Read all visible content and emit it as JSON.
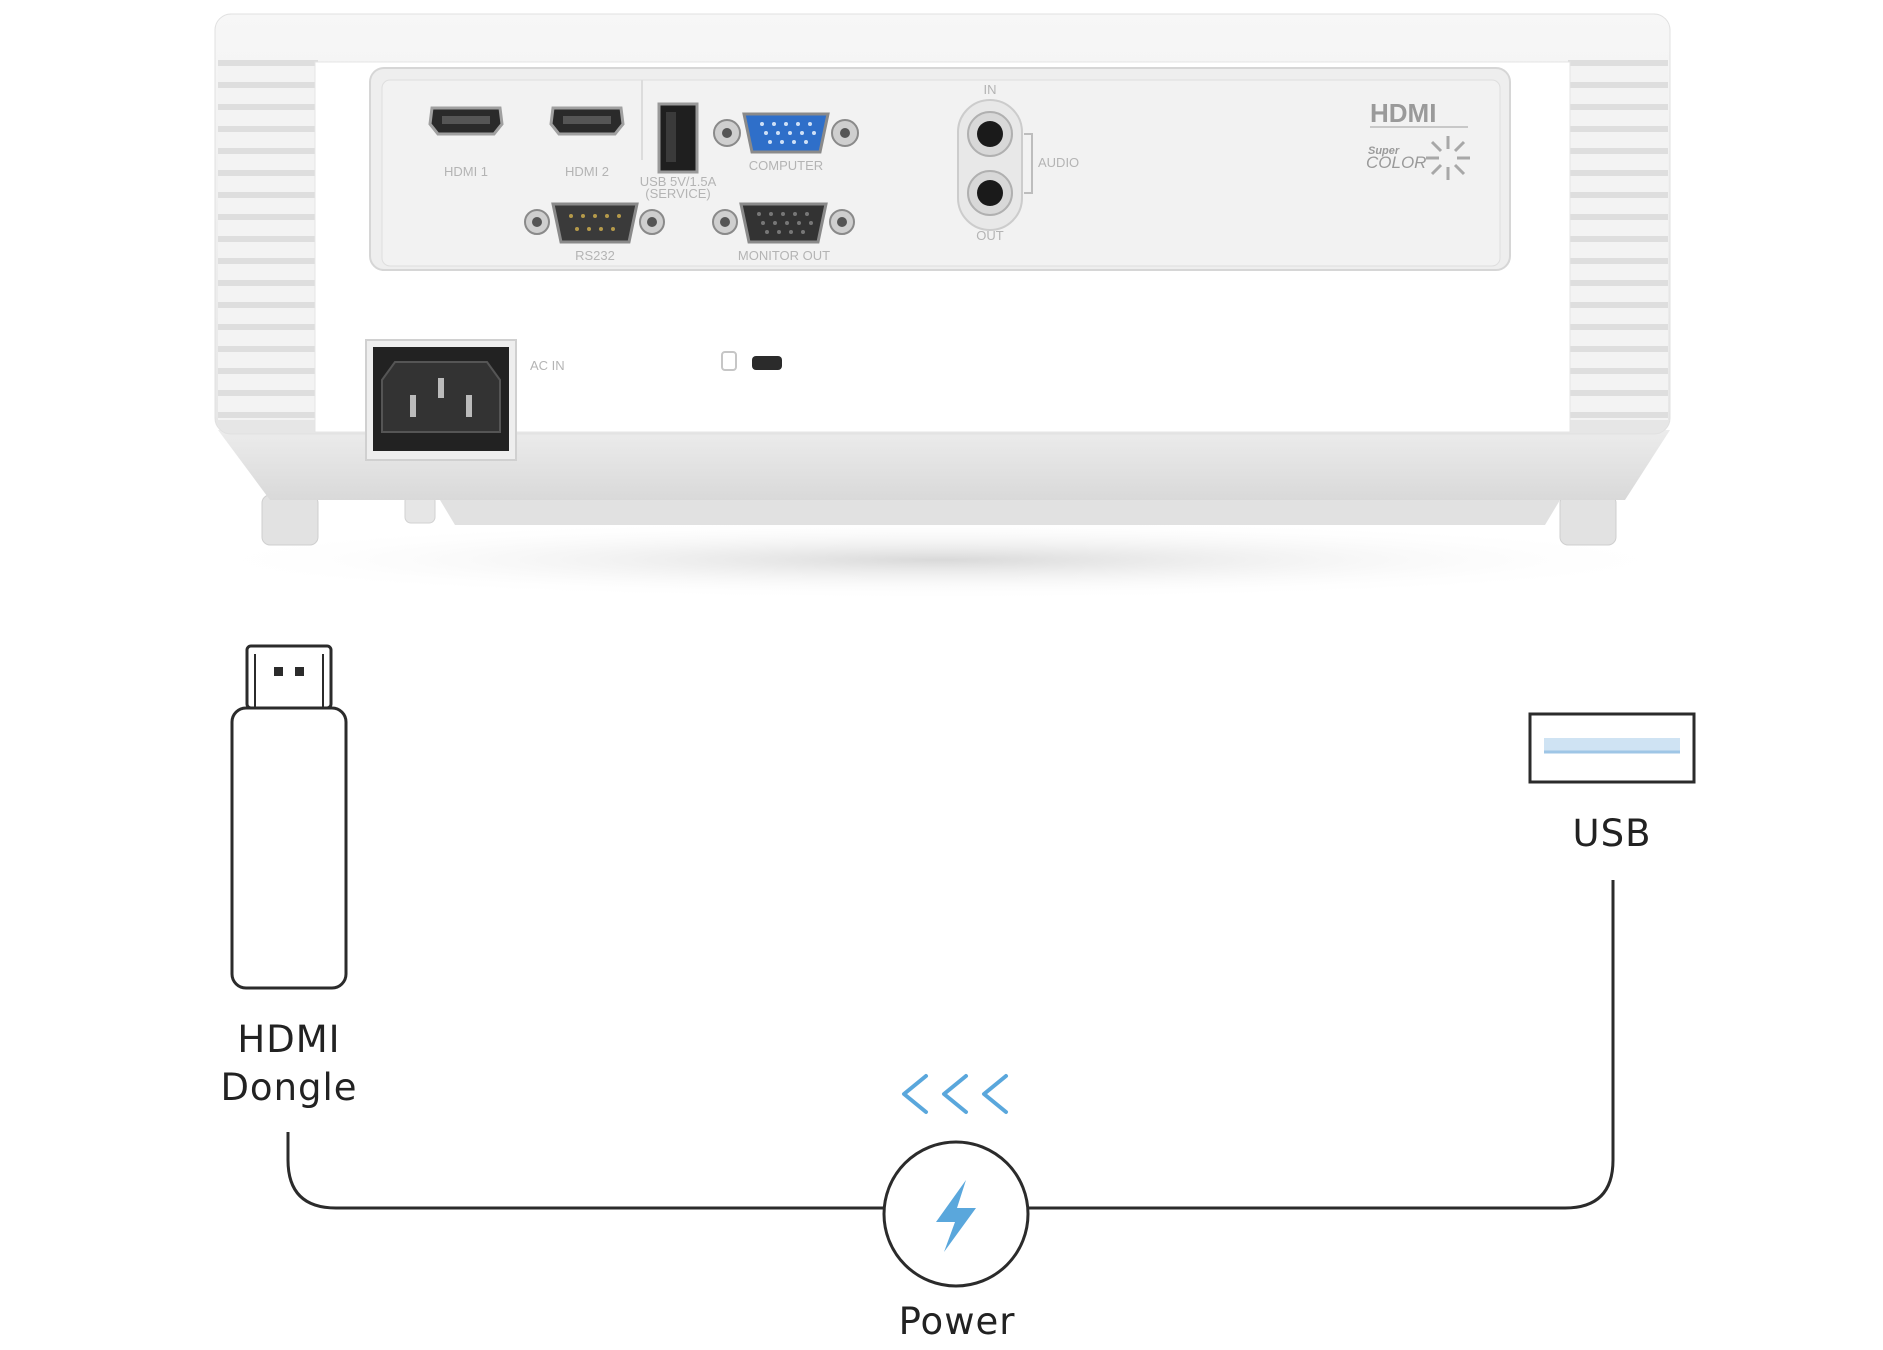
{
  "projector": {
    "ports": {
      "hdmi1": "HDMI 1",
      "hdmi2": "HDMI 2",
      "usb_line1": "USB 5V/1.5A",
      "usb_line2": "(SERVICE)",
      "computer": "COMPUTER",
      "rs232": "RS232",
      "monitor_out": "MONITOR OUT",
      "audio_in": "IN",
      "audio_out": "OUT",
      "audio": "AUDIO",
      "ac_in": "AC IN"
    },
    "logos": {
      "hdmi": "HDMI",
      "super": "Super",
      "color": "COLOR"
    }
  },
  "diagram": {
    "hdmi_dongle_line1": "HDMI",
    "hdmi_dongle_line2": "Dongle",
    "usb": "USB",
    "power": "Power",
    "direction_arrows": "<<<"
  },
  "colors": {
    "line": "#2b2b2b",
    "accent_blue": "#5aa7dc",
    "vga_blue": "#2f6fc9",
    "body_white": "#f4f4f4"
  },
  "icons": [
    "hdmi-dongle-icon",
    "usb-port-icon",
    "power-bolt-icon",
    "direction-arrows-icon"
  ]
}
